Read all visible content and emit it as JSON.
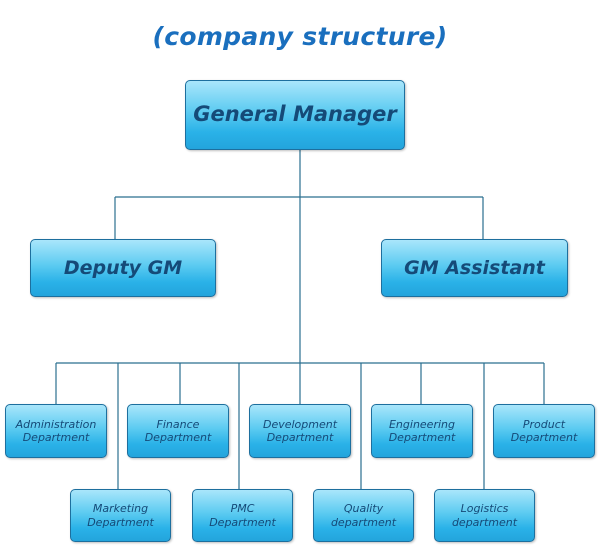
{
  "title": "(company structure)",
  "general_manager": "General Manager",
  "deputy_gm": "Deputy GM",
  "gm_assistant": "GM Assistant",
  "departments_top": [
    {
      "line1": "Administration",
      "line2": "Department"
    },
    {
      "line1": "Finance",
      "line2": "Department"
    },
    {
      "line1": "Development",
      "line2": "Department"
    },
    {
      "line1": "Engineering",
      "line2": "Department"
    },
    {
      "line1": "Product",
      "line2": "Department"
    }
  ],
  "departments_bottom": [
    {
      "line1": "Marketing",
      "line2": "Department"
    },
    {
      "line1": "PMC",
      "line2": "Department"
    },
    {
      "line1": "Quality",
      "line2": "department"
    },
    {
      "line1": "Logistics",
      "line2": "department"
    }
  ],
  "colors": {
    "title": "#1a6fbe",
    "box_text": "#154a78",
    "connector": "#2a6f8f"
  }
}
